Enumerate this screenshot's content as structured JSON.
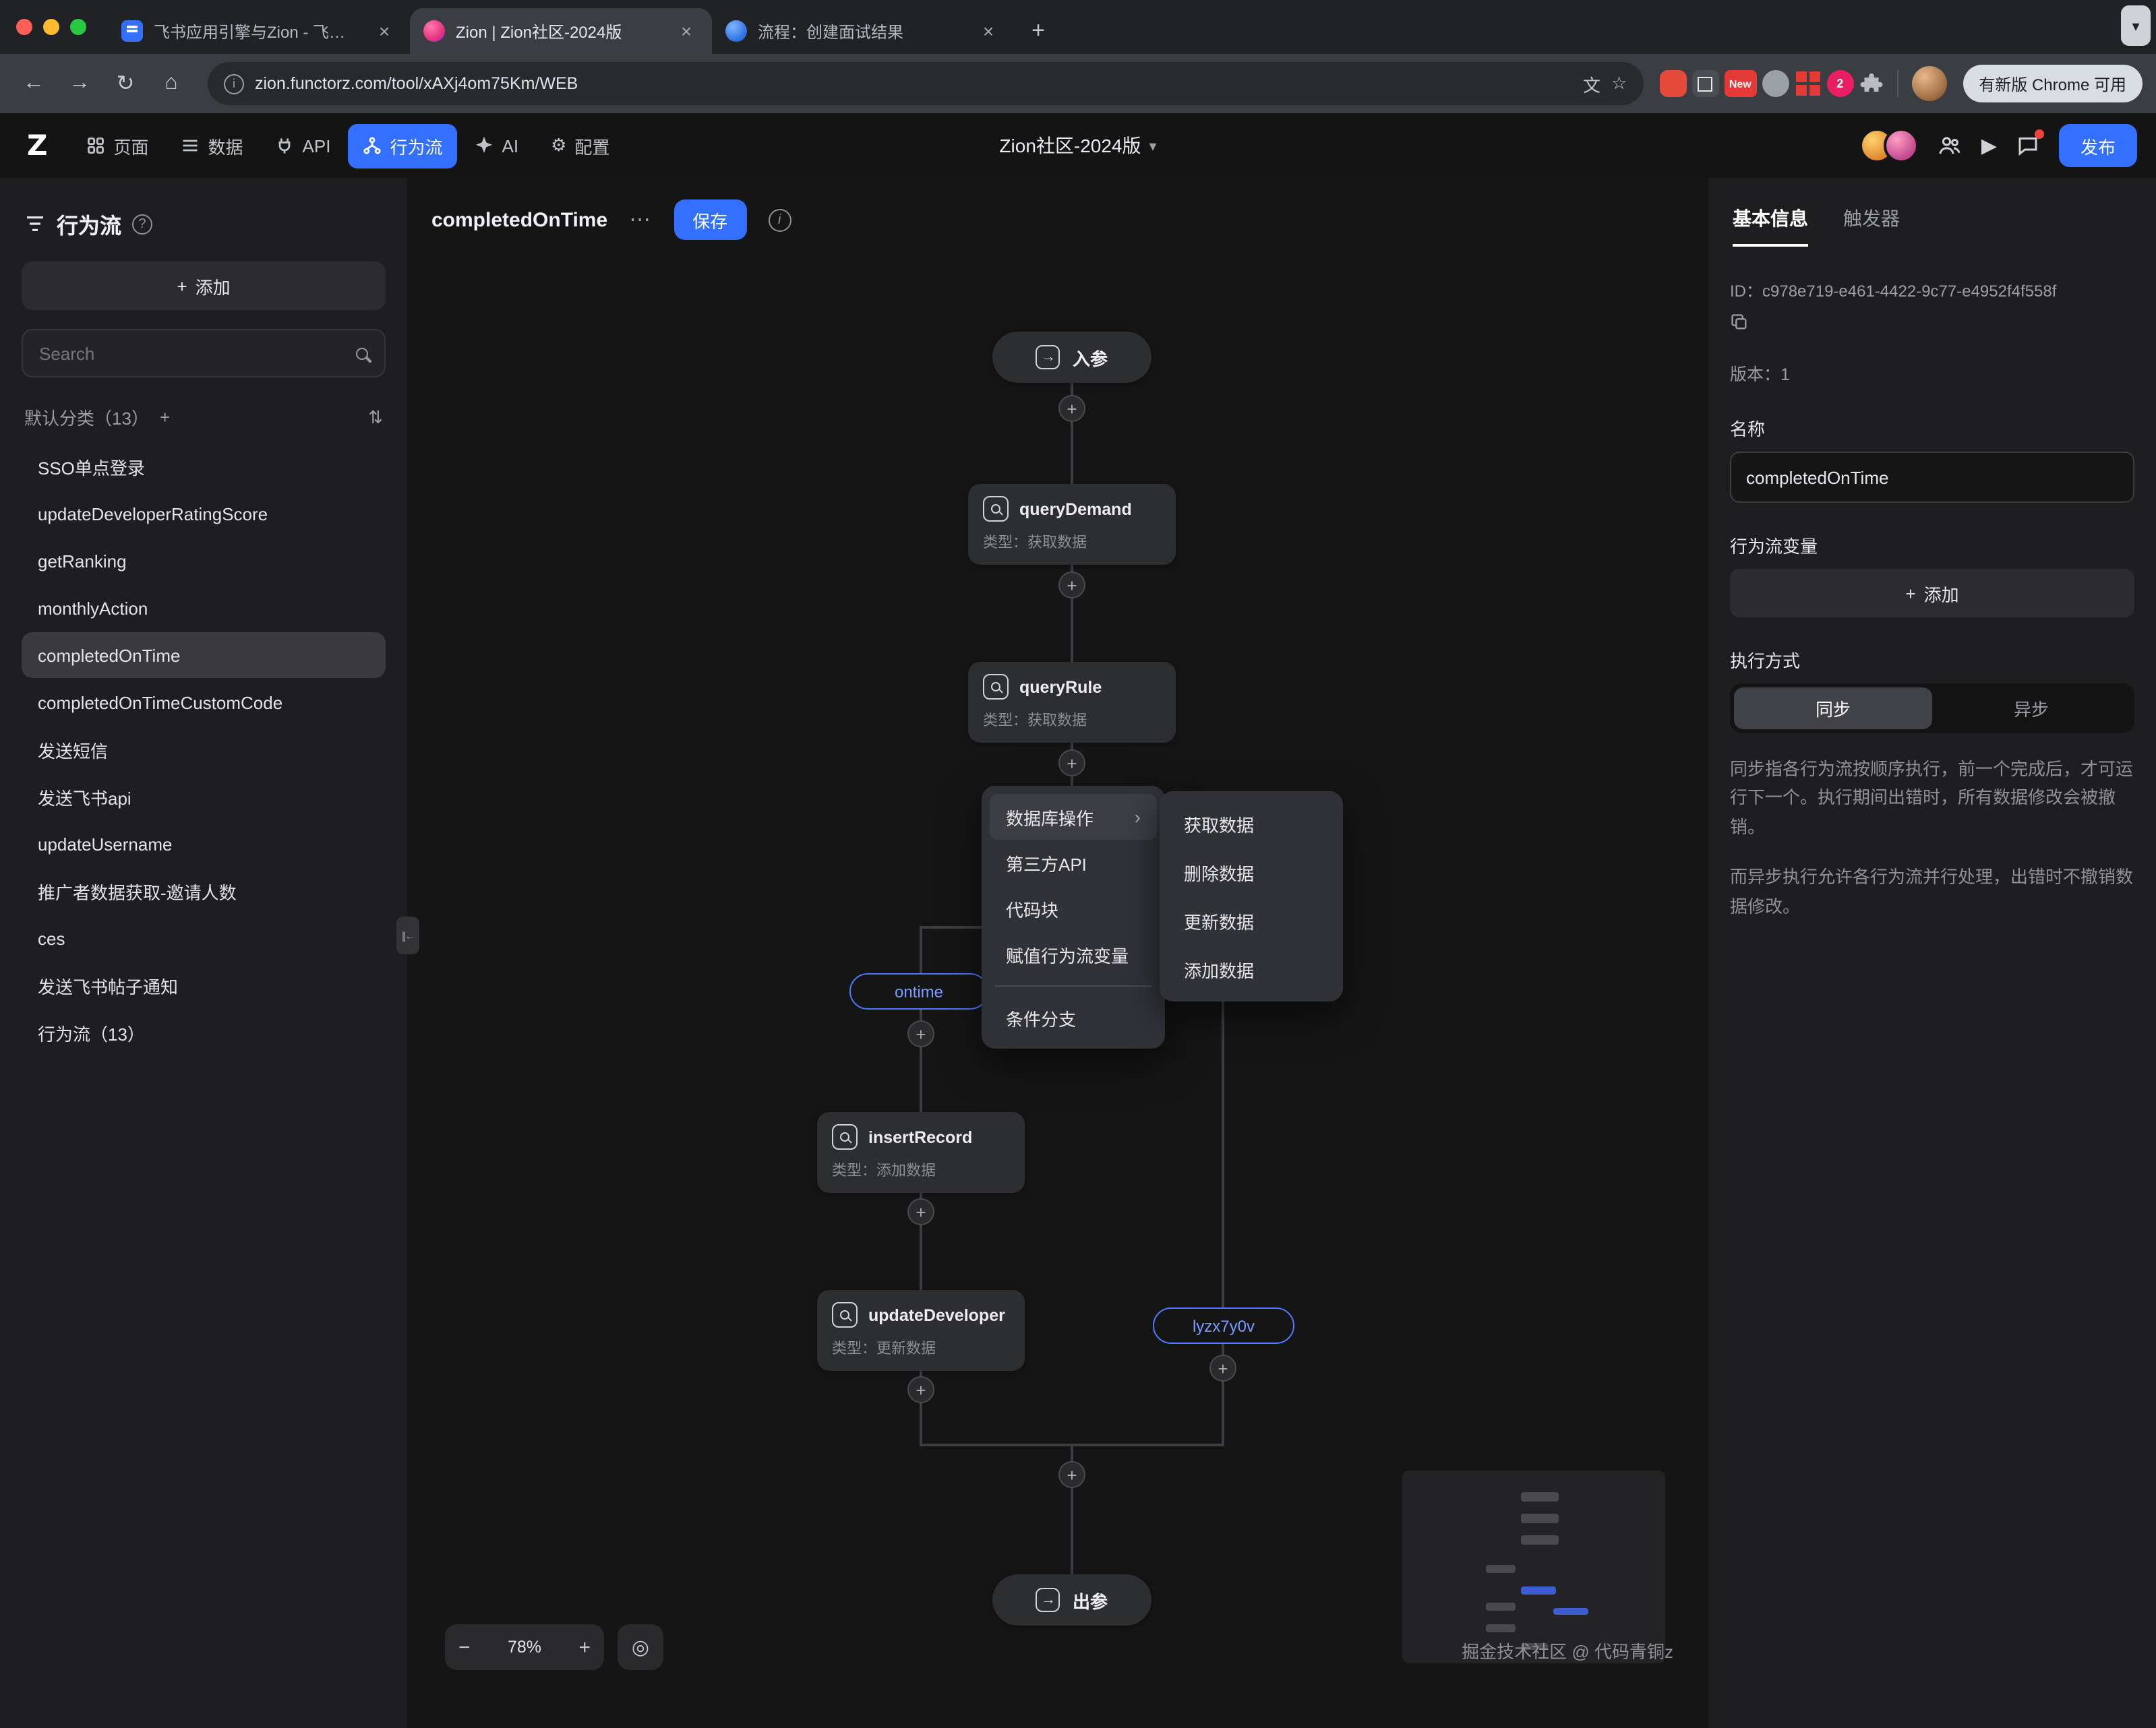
{
  "colors": {
    "accent": "#3370ff",
    "branch_blue": "#4d79ff",
    "badge_red": "#e53935"
  },
  "icons": {
    "close": "×",
    "plus": "+",
    "minus": "−",
    "back": "←",
    "forward": "→",
    "reload": "↻",
    "home": "⌂",
    "star": "☆",
    "translate": "文",
    "more": "⋯",
    "chevron_down": "▾",
    "submenu_arrow": "›",
    "target": "◎",
    "collapse": "⇅",
    "help": "?",
    "info": "i",
    "play": "▶",
    "arrow_right": "→",
    "gear": "⚙",
    "handle": "||←"
  },
  "browser": {
    "tabs": [
      {
        "title": "飞书应用引擎与Zion - 飞书云文…"
      },
      {
        "title": "Zion | Zion社区-2024版"
      },
      {
        "title": "流程：创建面试结果"
      }
    ],
    "url": "zion.functorz.com/tool/xAXj4om75Km/WEB",
    "new_badge": "New",
    "ext_badge_count": "2",
    "update_chip": "有新版 Chrome 可用"
  },
  "app_header": {
    "logo": "Z",
    "nav": [
      {
        "label": "页面"
      },
      {
        "label": "数据"
      },
      {
        "label": "API"
      },
      {
        "label": "行为流"
      },
      {
        "label": "AI"
      },
      {
        "label": "配置"
      }
    ],
    "project_title": "Zion社区-2024版",
    "publish": "发布"
  },
  "sidebar": {
    "title": "行为流",
    "add": "添加",
    "search_placeholder": "Search",
    "category": "默认分类（13）",
    "items": [
      "SSO单点登录",
      "updateDeveloperRatingScore",
      "getRanking",
      "monthlyAction",
      "completedOnTime",
      "completedOnTimeCustomCode",
      "发送短信",
      "发送飞书api",
      "updateUsername",
      "推广者数据获取-邀请人数",
      "ces",
      "发送飞书帖子通知",
      "行为流（13）"
    ]
  },
  "canvas": {
    "flow_title": "completedOnTime",
    "save": "保存",
    "zoom": "78%",
    "input_node": "入参",
    "output_node": "出参",
    "nodes": [
      {
        "title": "queryDemand",
        "subtitle": "类型：获取数据"
      },
      {
        "title": "queryRule",
        "subtitle": "类型：获取数据"
      },
      {
        "title": "insertRecord",
        "subtitle": "类型：添加数据"
      },
      {
        "title": "updateDeveloper",
        "subtitle": "类型：更新数据"
      }
    ],
    "branches": {
      "left": "ontime",
      "right": "lyzx7y0v"
    },
    "menu": [
      "数据库操作",
      "第三方API",
      "代码块",
      "赋值行为流变量",
      "条件分支"
    ],
    "submenu": [
      "获取数据",
      "删除数据",
      "更新数据",
      "添加数据"
    ],
    "watermark": "掘金技术社区 @ 代码青铜z"
  },
  "panel": {
    "tab_basic": "基本信息",
    "tab_trigger": "触发器",
    "id_text": "ID：c978e719-e461-4422-9c77-e4952f4f558f",
    "version_text": "版本：1",
    "name_label": "名称",
    "name_value": "completedOnTime",
    "vars_label": "行为流变量",
    "add": "添加",
    "exec_label": "执行方式",
    "sync": "同步",
    "async": "异步",
    "desc_sync": "同步指各行为流按顺序执行，前一个完成后，才可运行下一个。执行期间出错时，所有数据修改会被撤销。",
    "desc_async": "而异步执行允许各行为流并行处理，出错时不撤销数据修改。"
  }
}
